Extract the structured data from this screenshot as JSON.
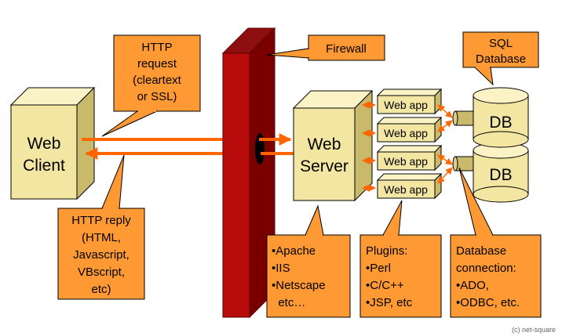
{
  "colors": {
    "box_face": "#F2E6A2",
    "box_side": "#C9B96A",
    "box_top": "#FBF3C6",
    "callout": "#FF9933",
    "arrow": "#FF6600",
    "firewall_front": "#B80C0C",
    "firewall_side": "#7A0000",
    "firewall_top": "#8E0F0F"
  },
  "nodes": {
    "web_client": {
      "line1": "Web",
      "line2": "Client"
    },
    "web_server": {
      "line1": "Web",
      "line2": "Server"
    },
    "web_apps": [
      "Web app",
      "Web app",
      "Web app",
      "Web app"
    ],
    "databases": [
      "DB",
      "DB"
    ]
  },
  "callouts": {
    "http_request": [
      "HTTP",
      "request",
      "(cleartext",
      "or SSL)"
    ],
    "http_reply": [
      "HTTP reply",
      "(HTML,",
      "Javascript,",
      "VBscript,",
      "etc)"
    ],
    "firewall": "Firewall",
    "sql_database": [
      "SQL",
      "Database"
    ],
    "servers": [
      "•Apache",
      "•IIS",
      "•Netscape",
      "  etc…"
    ],
    "plugins": [
      "Plugins:",
      "•Perl",
      "•C/C++",
      "•JSP, etc"
    ],
    "db_connection": [
      "Database",
      "connection:",
      "•ADO,",
      "•ODBC, etc."
    ]
  },
  "copyright": "(c) net-square"
}
